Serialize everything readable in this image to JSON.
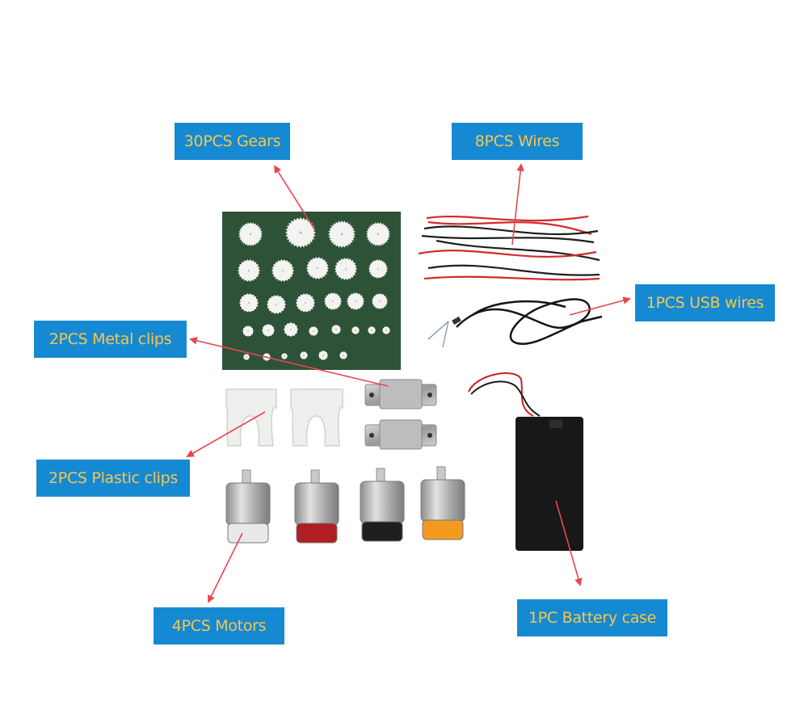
{
  "labels": {
    "gears": "30PCS Gears",
    "wires": "8PCS Wires",
    "usb": "1PCS USB wires",
    "metal_clips": "2PCS Metal clips",
    "plastic_clips": "2PCS Plastic clips",
    "motors": "4PCS Motors",
    "battery": "1PC Battery case"
  },
  "colors": {
    "label_bg": "#1689d3",
    "label_text": "#f6c74c",
    "arrow": "#e8474d",
    "gear_board": "#2e5237",
    "motor_caps": [
      "#e9e9e9",
      "#b01d22",
      "#1f1f1f",
      "#f39a1f"
    ]
  }
}
